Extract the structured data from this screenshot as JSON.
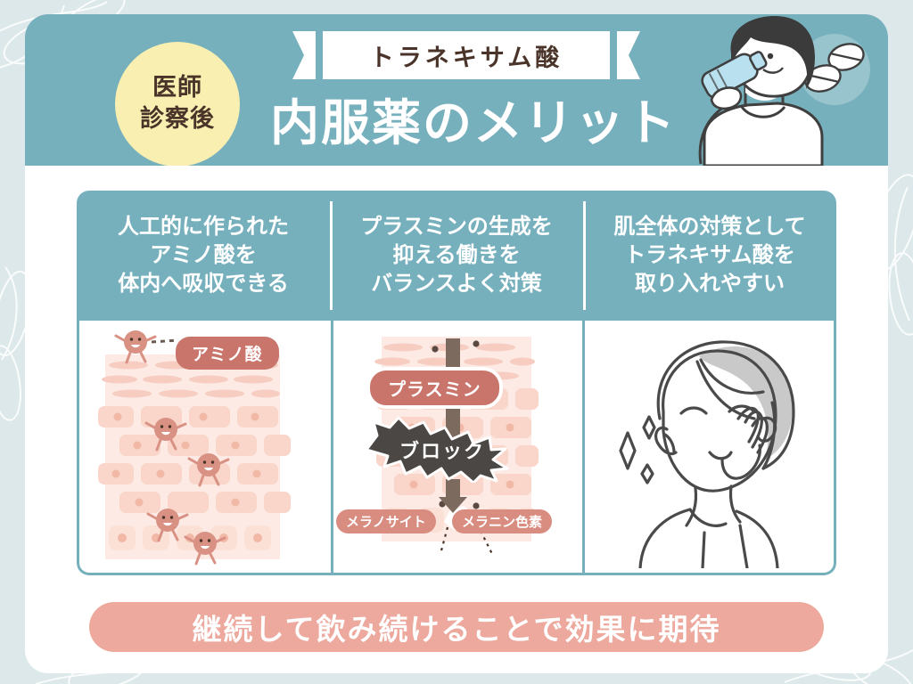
{
  "theme": {
    "page_bg": "#dde8ea",
    "card_bg": "#ffffff",
    "teal": "#76b0bd",
    "yellow_badge": "#f8efb0",
    "brown_text": "#4a3328",
    "pink": "#eda99e",
    "pink_dark": "#c9756c",
    "skin_light": "#fbe3dc",
    "skin_mid": "#f7cfc4",
    "dark_badge": "#4b4744",
    "line_art": "#4a4a4a"
  },
  "header": {
    "badge_lines": [
      "医師",
      "診察後"
    ],
    "ribbon_label": "トラネキサム酸",
    "title": "内服薬のメリット",
    "illustration_name": "person-drinking-water-with-pills"
  },
  "table": {
    "columns": [
      {
        "heading_lines": [
          "人工的に作られた",
          "アミノ酸を",
          "体内へ吸収できる"
        ],
        "illustration_name": "skin-cross-section-with-amino-acid-characters",
        "labels": [
          "アミノ酸"
        ]
      },
      {
        "heading_lines": [
          "プラスミンの生成を",
          "抑える働きを",
          "バランスよく対策"
        ],
        "illustration_name": "skin-cross-section-plasmin-blocked",
        "labels": [
          "プラスミン",
          "ブロック",
          "メラノサイト",
          "メラニン色素"
        ]
      },
      {
        "heading_lines": [
          "肌全体の対策として",
          "トラネキサム酸を",
          "取り入れやすい"
        ],
        "illustration_name": "woman-touching-face-with-sparkles",
        "labels": []
      }
    ]
  },
  "footer": {
    "banner_text": "継続して飲み続けることで効果に期待"
  }
}
